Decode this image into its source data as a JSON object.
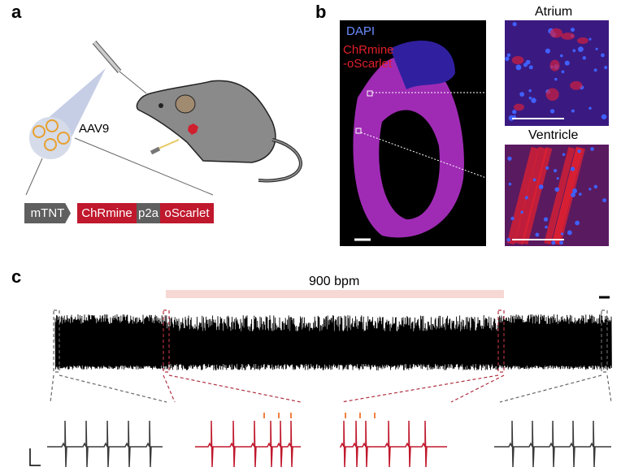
{
  "panel_a": {
    "label": "a",
    "vector": "AAV9",
    "construct": [
      {
        "name": "mTNT",
        "color": "#5f5f5f"
      },
      {
        "name": "ChRmine",
        "color": "#c0182d"
      },
      {
        "name": "p2a",
        "color": "#5f5f5f"
      },
      {
        "name": "oScarlet",
        "color": "#c0182d"
      }
    ]
  },
  "panel_b": {
    "label": "b",
    "stain_1": "DAPI",
    "stain_2": "ChRmine",
    "stain_2b": "-oScarlet",
    "inset_1": "Atrium",
    "inset_2": "Ventricle",
    "colors": {
      "dapi": "#6b8cff",
      "chrmine": "#e0202a"
    }
  },
  "panel_c": {
    "label": "c",
    "pacing": "900 bpm",
    "colors": {
      "baseline": "#3a3a3a",
      "paced": "#c0182d",
      "stim": "#f08040"
    }
  }
}
